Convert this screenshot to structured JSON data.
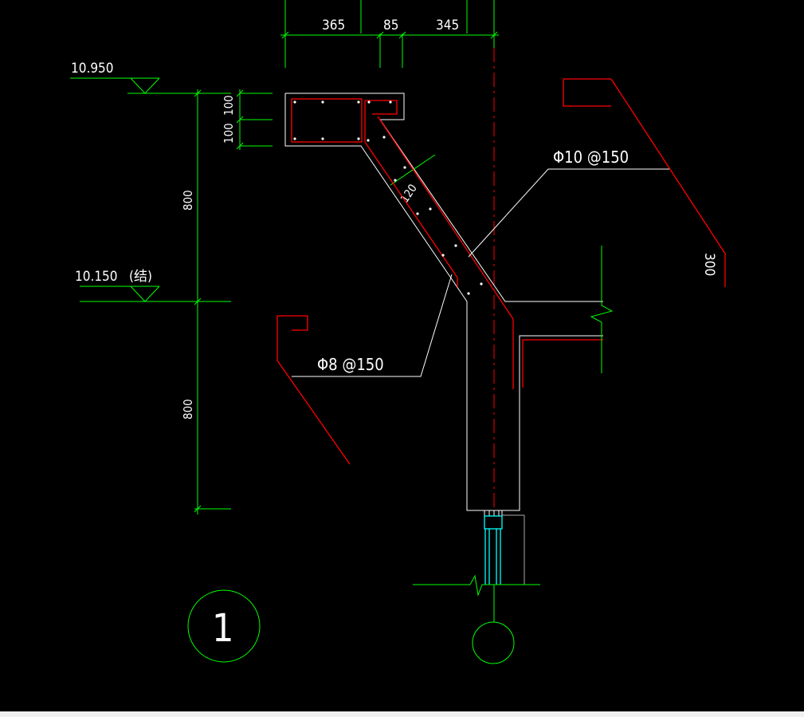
{
  "drawing": {
    "dims_top": [
      "365",
      "85",
      "345"
    ],
    "dims_left": [
      "100",
      "100",
      "800",
      "800"
    ],
    "elevation_top": "10.950",
    "elevation_mid": "10.150",
    "elevation_mid_note": "(结)",
    "thickness": "120",
    "rebar_top": "Φ10 @150",
    "rebar_bottom": "Φ8 @150",
    "hook_length": "300",
    "section_number": "1"
  },
  "colors": {
    "dimension": "#00ff00",
    "outline": "#ffffff",
    "rebar": "#ff0000",
    "glass": "#00ffff"
  }
}
